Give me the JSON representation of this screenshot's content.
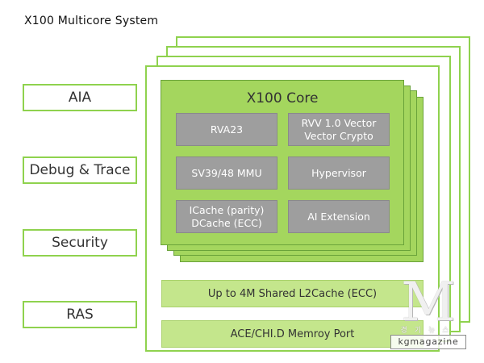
{
  "diagram": {
    "title": "X100 Multicore System",
    "side_blocks": [
      "AIA",
      "Debug & Trace",
      "Security",
      "RAS"
    ],
    "core": {
      "title": "X100 Core",
      "cells": [
        {
          "lines": [
            "RVA23"
          ]
        },
        {
          "lines": [
            "RVV 1.0 Vector",
            "Vector Crypto"
          ]
        },
        {
          "lines": [
            "SV39/48 MMU"
          ]
        },
        {
          "lines": [
            "Hypervisor"
          ]
        },
        {
          "lines": [
            "ICache (parity)",
            "DCache (ECC)"
          ]
        },
        {
          "lines": [
            "AI Extension"
          ]
        }
      ]
    },
    "l2cache": "Up to 4M Shared L2Cache (ECC)",
    "memory_port": "ACE/CHI.D Memroy Port"
  },
  "watermark": {
    "letter": "M",
    "korean": "경기뉴스",
    "name": "kgmagazine"
  },
  "colors": {
    "green_border": "#8fd24e",
    "core_green": "#a4d65e",
    "bar_green": "#c4e68c",
    "cell_gray": "#9e9e9e"
  }
}
